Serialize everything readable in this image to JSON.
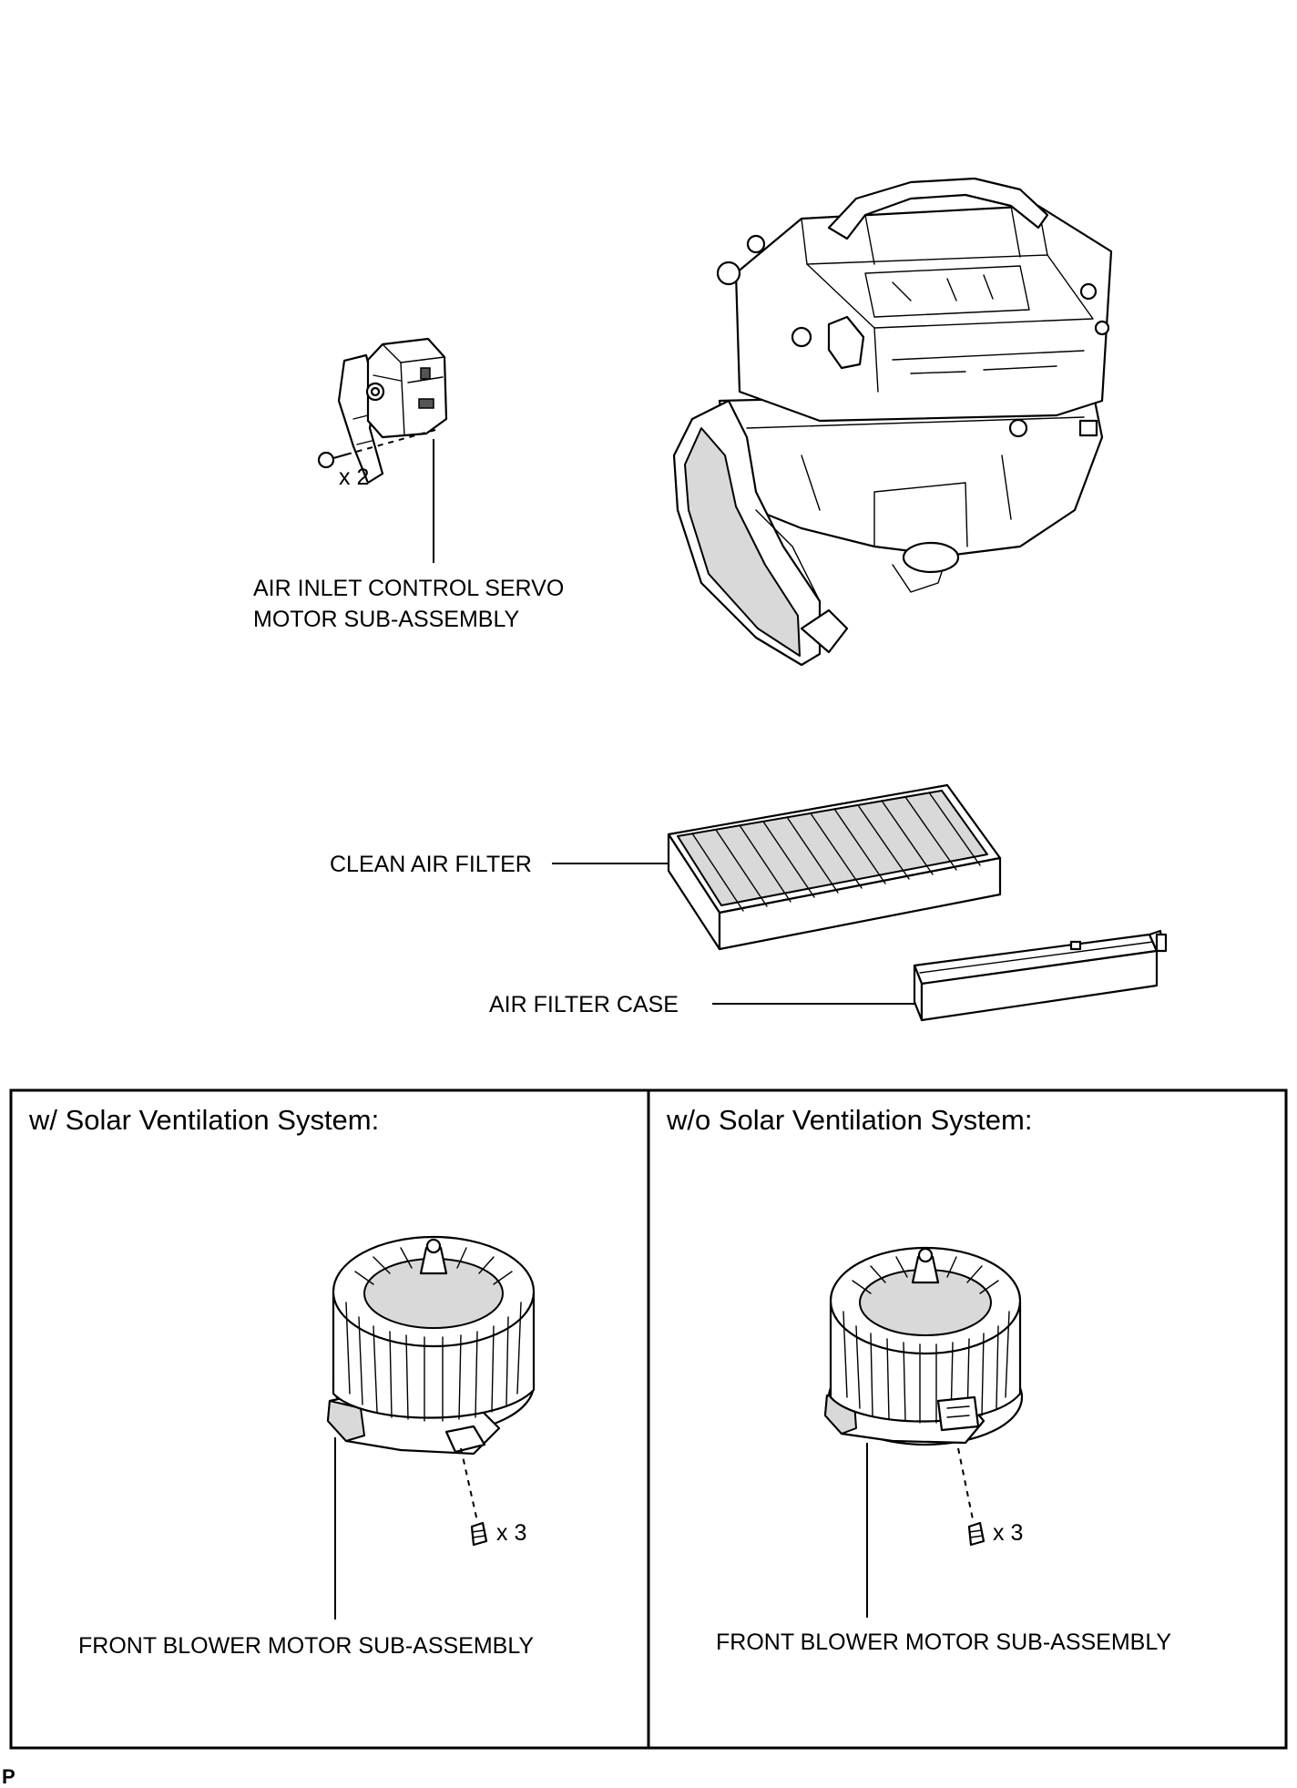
{
  "labels": {
    "servo_qty": "x 2",
    "servo_name_line1": "AIR INLET CONTROL SERVO",
    "servo_name_line2": "MOTOR SUB-ASSEMBLY",
    "clean_air_filter": "CLEAN AIR FILTER",
    "air_filter_case": "AIR FILTER CASE"
  },
  "panels": [
    {
      "heading": "w/ Solar Ventilation System:",
      "screw_qty": "x 3",
      "part_name": "FRONT BLOWER MOTOR SUB-ASSEMBLY"
    },
    {
      "heading": "w/o Solar Ventilation System:",
      "screw_qty": "x 3",
      "part_name": "FRONT BLOWER MOTOR SUB-ASSEMBLY"
    }
  ],
  "footer_mark": "P"
}
